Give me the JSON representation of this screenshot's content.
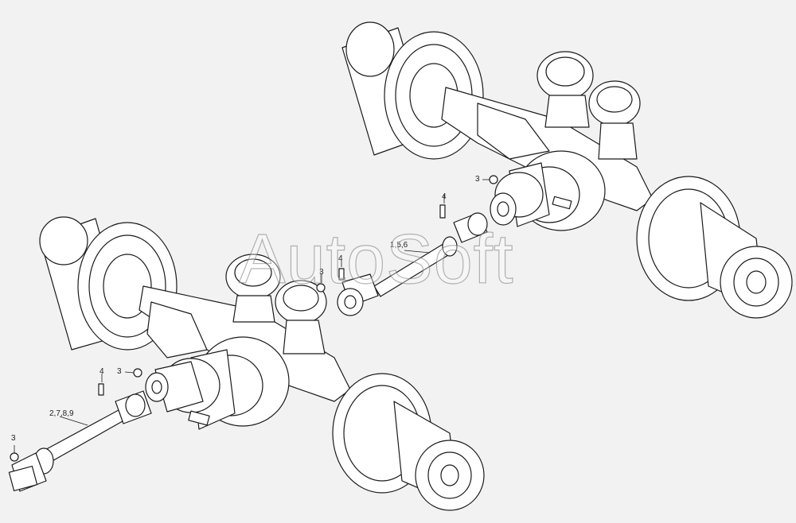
{
  "watermark": "AutoSoft",
  "callouts": {
    "c4_top": "4",
    "c3_top": "3",
    "c156": "1,5,6",
    "c4_mid": "4",
    "c3_mid": "3",
    "c4_low": "4",
    "c3_low": "3",
    "c2789": "2,7,8,9",
    "c3_bottom": "3"
  },
  "colors": {
    "line": "#1a1a1a",
    "fill": "#ffffff",
    "background": "#f2f2f2"
  }
}
